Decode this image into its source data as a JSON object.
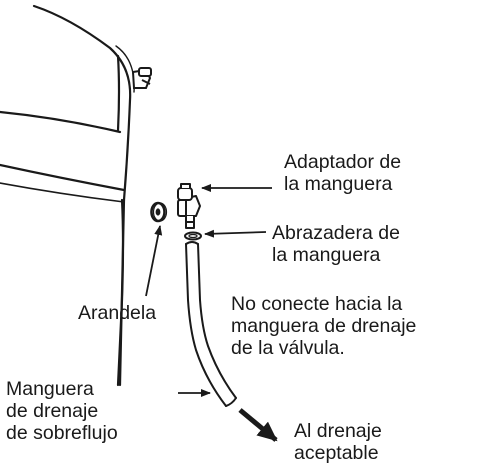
{
  "labels": {
    "hose_adapter": [
      "Adaptador de",
      "la manguera"
    ],
    "hose_clamp": [
      "Abrazadera de",
      "la manguera"
    ],
    "washer": "Arandela",
    "note": [
      "No conecte hacia la",
      "manguera de drenaje",
      "de la válvula."
    ],
    "overflow_hose": [
      "Manguera",
      "de drenaje",
      "de sobreflujo"
    ],
    "drain": [
      "Al drenaje",
      "aceptable"
    ]
  },
  "colors": {
    "ink": "#1a1a1a",
    "background": "#ffffff"
  }
}
